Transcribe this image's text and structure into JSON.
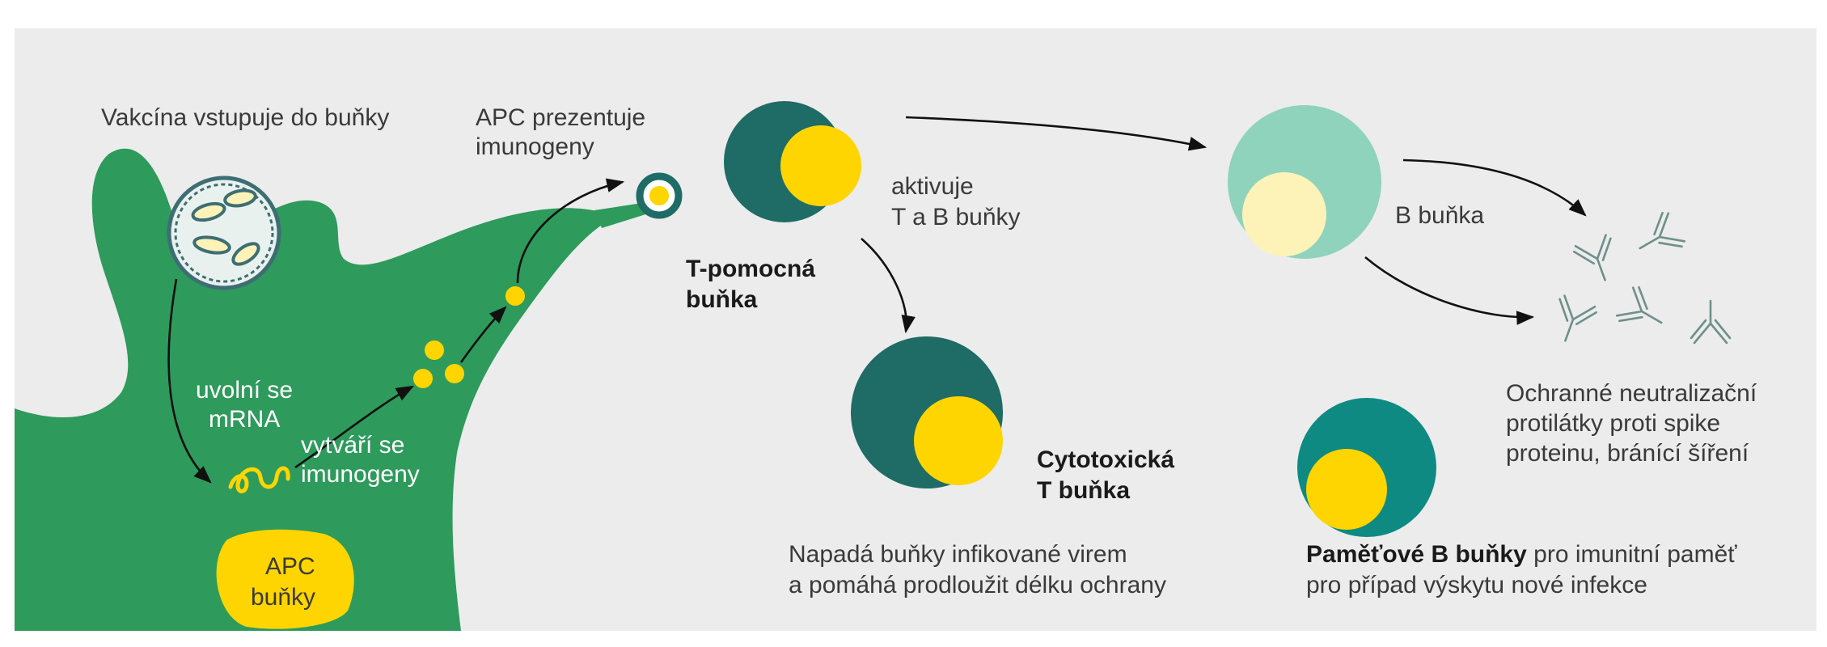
{
  "colors": {
    "background": "#ececec",
    "apc_green": "#2e9a5c",
    "dark_teal": "#1f6b66",
    "teal": "#0e8a83",
    "light_teal": "#8fd3bd",
    "yellow": "#ffd500",
    "cream": "#fdf3b8",
    "antibody": "#6f8f8a"
  },
  "labels": {
    "vaccine_enters": "Vakcína vstupuje do buňky",
    "apc_presents_1": "APC prezentuje",
    "apc_presents_2": "imunogeny",
    "mrna_released_1": "uvolní se",
    "mrna_released_2": "mRNA",
    "immunogens_made_1": "vytváří se",
    "immunogens_made_2": "imunogeny",
    "apc_cell_1": "APC",
    "apc_cell_2": "buňky",
    "t_helper_1": "T-pomocná",
    "t_helper_2": "buňka",
    "activates_1": "aktivuje",
    "activates_2": "T a B buňky",
    "b_cell": "B buňka",
    "cytotoxic_1": "Cytotoxická",
    "cytotoxic_2": "T buňka",
    "cytotoxic_desc_1": "Napadá buňky infikované virem",
    "cytotoxic_desc_2": "a pomáhá prodloužit délku ochrany",
    "antibodies_desc_1": "Ochranné neutralizační",
    "antibodies_desc_2": "protilátky proti spike",
    "antibodies_desc_3": "proteinu, bránící šíření",
    "memory_bold": "Paměťové B buňky",
    "memory_rest": " pro imunitní paměť",
    "memory_line2": "pro případ výskytu nové infekce"
  }
}
